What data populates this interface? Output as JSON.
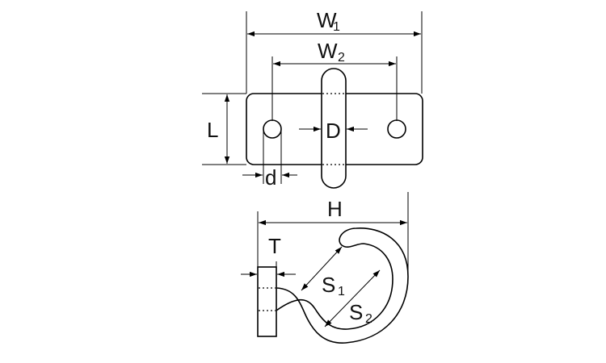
{
  "labels": {
    "w1": "W",
    "w1_sub": "1",
    "w2": "W",
    "w2_sub": "2",
    "l": "L",
    "d_upper": "D",
    "d_lower": "d",
    "h": "H",
    "t": "T",
    "s1": "S",
    "s1_sub": "1",
    "s2": "S",
    "s2_sub": "2"
  },
  "colors": {
    "line": "#000000",
    "fill": "#ffffff"
  }
}
